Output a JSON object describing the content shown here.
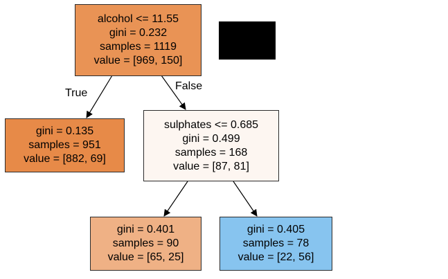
{
  "tree": {
    "root": {
      "lines": [
        "alcohol <= 11.55",
        "gini = 0.232",
        "samples = 1119",
        "value = [969, 150]"
      ],
      "fill": "#e99355"
    },
    "left": {
      "lines": [
        "gini = 0.135",
        "samples = 951",
        "value = [882, 69]"
      ],
      "fill": "#e78a48"
    },
    "right": {
      "lines": [
        "sulphates <= 0.685",
        "gini = 0.499",
        "samples = 168",
        "value = [87, 81]"
      ],
      "fill": "#fdf6f1"
    },
    "right_left": {
      "lines": [
        "gini = 0.401",
        "samples = 90",
        "value = [65, 25]"
      ],
      "fill": "#efb185"
    },
    "right_right": {
      "lines": [
        "gini = 0.405",
        "samples = 78",
        "value = [22, 56]"
      ],
      "fill": "#87c4ef"
    },
    "edge_labels": {
      "true_label": "True",
      "false_label": "False"
    }
  },
  "colors": {
    "edge": "#000000",
    "border": "#2b2b2b",
    "redaction": "#000000"
  }
}
